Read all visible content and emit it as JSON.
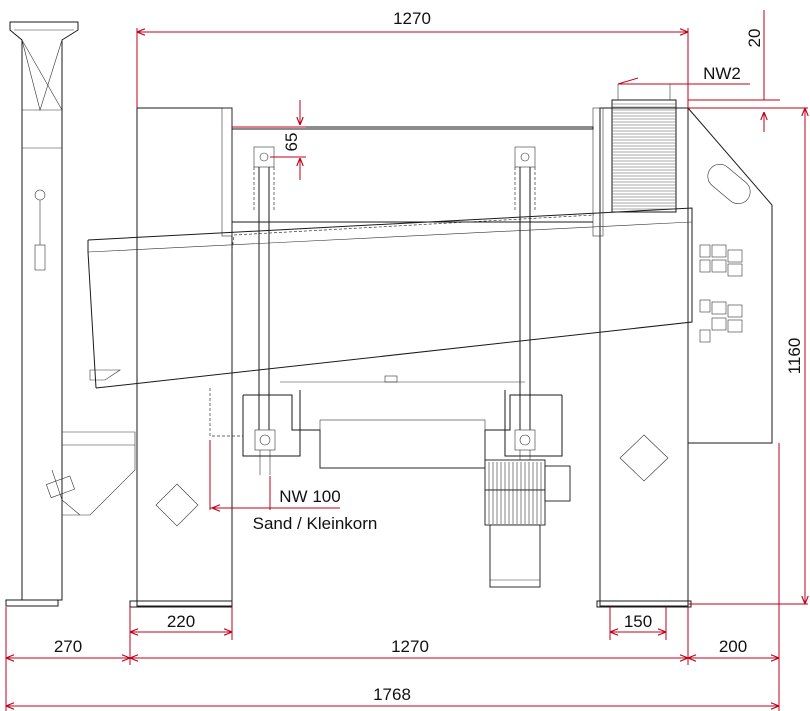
{
  "dimensions": {
    "top_width": "1270",
    "top_offset": "20",
    "nozzle_top": "NW2",
    "mount_height": "65",
    "overall_height": "1160",
    "outlet_size": "NW 100",
    "outlet_label": "Sand / Kleinkorn",
    "left_foot": "220",
    "right_foot": "150",
    "left_span": "270",
    "bottom_width": "1270",
    "right_span": "200",
    "total_width": "1768"
  },
  "colors": {
    "dimension_line": "#c0001a",
    "outline": "#1a1a1a"
  }
}
